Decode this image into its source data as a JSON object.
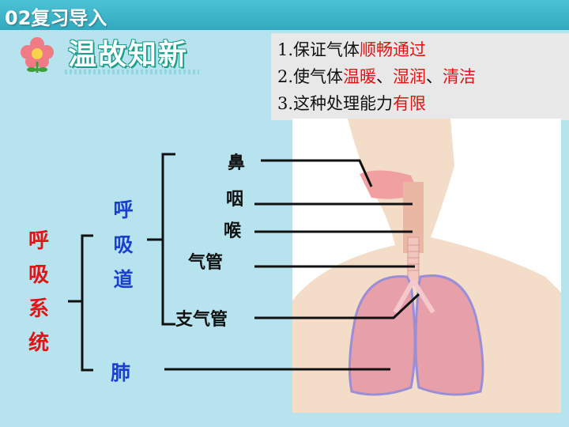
{
  "header": {
    "title": "02复习导入"
  },
  "review_title": "温故知新",
  "notes": [
    {
      "num": "1.",
      "plain": "保证气体",
      "red": [
        "顺畅通过"
      ],
      "seps": []
    },
    {
      "num": "2.",
      "plain": "使气体",
      "red": [
        "温暖",
        "湿润",
        "清洁"
      ],
      "seps": [
        "、",
        "、"
      ]
    },
    {
      "num": "3.",
      "plain": "这种处理能力",
      "red": [
        "有限"
      ],
      "seps": []
    }
  ],
  "system": {
    "chars": [
      "呼",
      "吸",
      "系",
      "统"
    ]
  },
  "tract": {
    "chars": [
      "呼",
      "吸",
      "道"
    ]
  },
  "lung_label": "肺",
  "organs": {
    "nose": "鼻",
    "pharynx": "咽",
    "larynx": "喉",
    "trachea": "气管",
    "bronchi": "支气管"
  },
  "colors": {
    "header": "#33a9bf",
    "background": "#b7e3ee",
    "red_text": "#e01414",
    "blue_text": "#1b3fd0"
  }
}
